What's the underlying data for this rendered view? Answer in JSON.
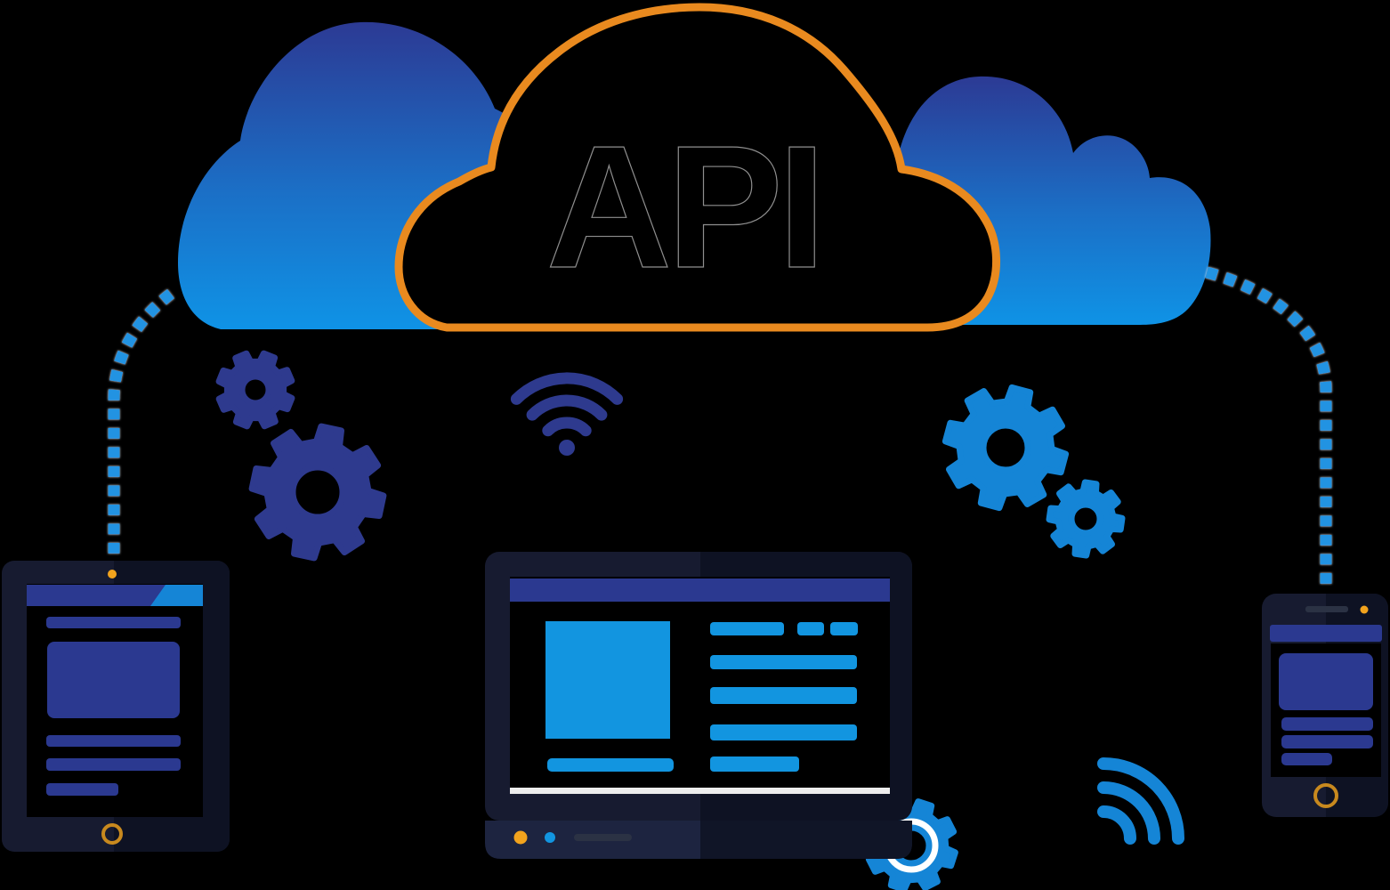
{
  "scene": {
    "background_color": "#000000",
    "description": "API cloud computing illustration connecting a tablet, a laptop and a smartphone with dashed lines, gears and wifi signals"
  },
  "cloud": {
    "label": "API"
  },
  "colors": {
    "bg": "#000000",
    "gradTop": "#2c3a94",
    "gradMid": "#1b6fc6",
    "gradBot": "#0f93e6",
    "orange": "#e98a1f",
    "apiFill": "#000000",
    "apiEdge": "#8f8f8f",
    "dash": "#2493e2",
    "navy": "#2e3a8e",
    "indigo": "#2b3990",
    "blue": "#1585d6",
    "bright": "#1295e0",
    "device": "#171b30",
    "deviceShade": "#0c101f",
    "deviceBase": "#1d2440",
    "screen": "#000000",
    "dot": "#f2a31d",
    "ring": "#c8891e",
    "speaker": "#2b3244",
    "strip": "#ededed"
  },
  "icons": {
    "api_cloud": "cloud-icon with orange outline",
    "background_clouds": "blue gradient cloud-icons",
    "gears_left": "two navy gear-icons",
    "gears_right": "two blue gear-icons",
    "gear_laptop_corner": "blue gear-icon with white ring behind laptop corner",
    "wifi_top": "navy wifi-icon",
    "wifi_bottom_right": "blue wifi-icon rotated 45 degrees",
    "connectors": "dashed blue lines linking cloud to tablet, laptop and smartphone"
  },
  "devices": {
    "left": "tablet",
    "center": "laptop",
    "right": "smartphone"
  }
}
